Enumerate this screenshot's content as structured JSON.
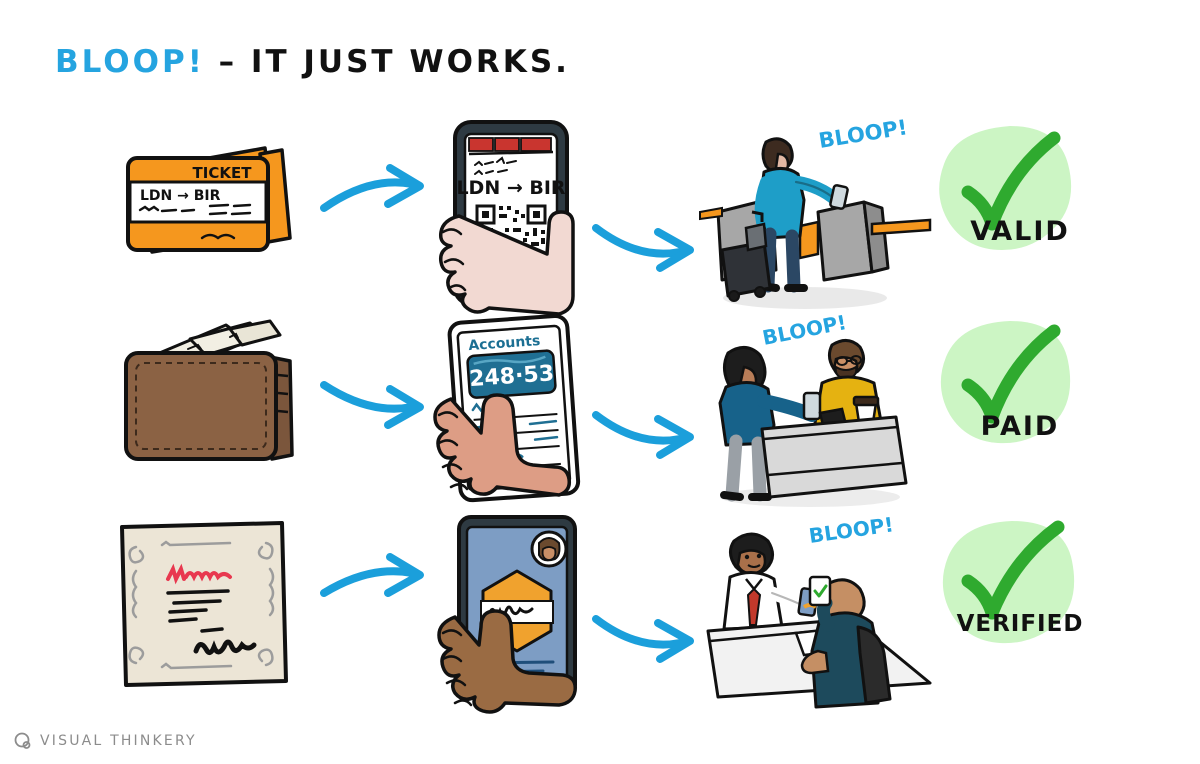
{
  "title": {
    "highlight": "BLOOP!",
    "rest": " – IT JUST WORKS."
  },
  "colors": {
    "bloop_blue": "#25a4e0",
    "arrow_blue": "#1b9fdb",
    "badge_fill": "#ccf5c4",
    "check_green": "#2faa2f",
    "ticket_orange": "#f5971e",
    "wallet_brown": "#8b6244",
    "phone_dark": "#2e3a42",
    "bank_blue": "#1f6f93",
    "credential_blue": "#7d9dc4",
    "hexagon_orange": "#f0a22e",
    "certificate_cream": "#ece5d6",
    "signature_red": "#e8384f",
    "gate_grey": "#9a9a9a",
    "footer_grey": "#8c8c8c"
  },
  "rows": [
    {
      "id": "ticketing",
      "source": {
        "name": "paper-ticket",
        "header": "TICKET",
        "route": "LDN → BIR",
        "from": "LDN",
        "to": "BIR"
      },
      "phone": {
        "name": "phone-mobile-ticket",
        "route": "LDN → BIR",
        "has_qr": true
      },
      "scene": {
        "name": "ticket-gate-scene",
        "bloop": "BLOOP!"
      },
      "badge": {
        "name": "valid-badge",
        "label": "VALID",
        "check": "✓"
      }
    },
    {
      "id": "payments",
      "source": {
        "name": "leather-wallet",
        "header": "",
        "route": ""
      },
      "phone": {
        "name": "phone-banking-app",
        "app_title": "Accounts",
        "balance": "248·53",
        "has_qr": false
      },
      "scene": {
        "name": "cafe-payment-scene",
        "bloop": "BLOOP!"
      },
      "badge": {
        "name": "paid-badge",
        "label": "PAID",
        "check": "✓"
      }
    },
    {
      "id": "credentials",
      "source": {
        "name": "paper-certificate",
        "header": "",
        "route": ""
      },
      "phone": {
        "name": "phone-digital-badge",
        "app_title": "",
        "balance": "",
        "has_qr": false
      },
      "scene": {
        "name": "interview-verification-scene",
        "bloop": "BLOOP!"
      },
      "badge": {
        "name": "verified-badge",
        "label": "VERIFIED",
        "check": "✓"
      }
    }
  ],
  "arrows": {
    "stage1_label": "arrow-source-to-phone",
    "stage2_label": "arrow-phone-to-scene"
  },
  "footer": {
    "text": "VISUAL THINKERY",
    "logo": "visual-thinkery-logo"
  }
}
